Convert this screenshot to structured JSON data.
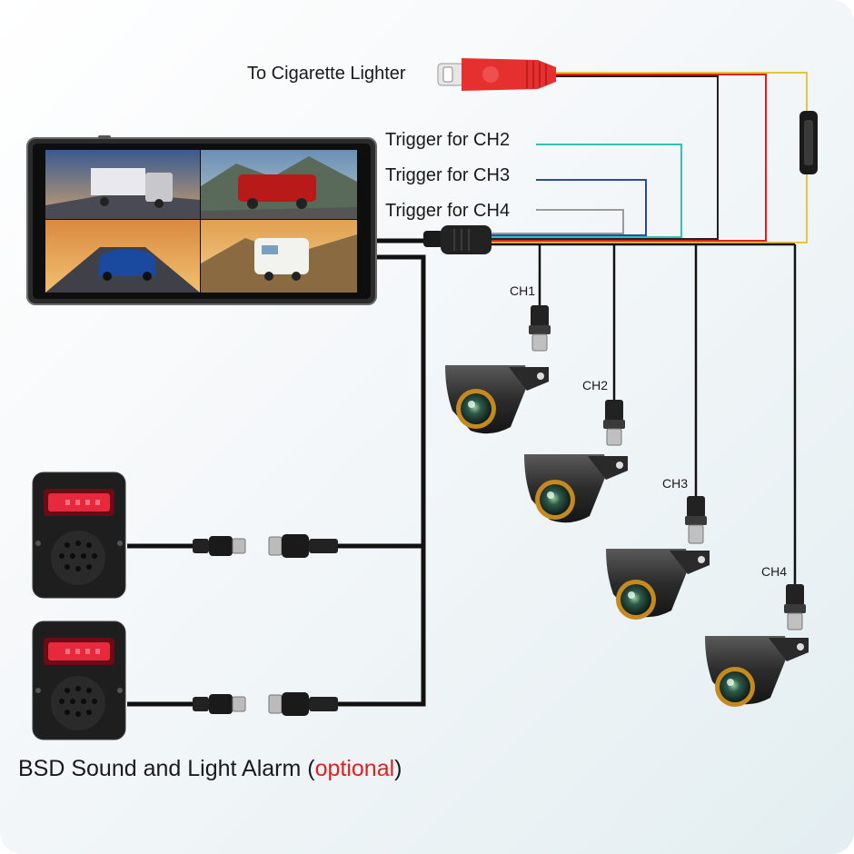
{
  "labels": {
    "cigarette": "To Cigarette Lighter",
    "trigger_ch2": "Trigger for CH2",
    "trigger_ch3": "Trigger for CH3",
    "trigger_ch4": "Trigger for CH4"
  },
  "channels": [
    "CH1",
    "CH2",
    "CH3",
    "CH4"
  ],
  "footer": {
    "main": "BSD Sound and Light Alarm",
    "open": "(",
    "optional": "optional",
    "close": ")"
  },
  "colors": {
    "trigger_ch2": "#2ec4b6",
    "trigger_ch3": "#2a4ba0",
    "trigger_ch4": "#9a9a9a",
    "power_red": "#e02020",
    "power_yellow": "#e8c440",
    "alarm_light": "#e8283c",
    "optional_text": "#e02020"
  }
}
